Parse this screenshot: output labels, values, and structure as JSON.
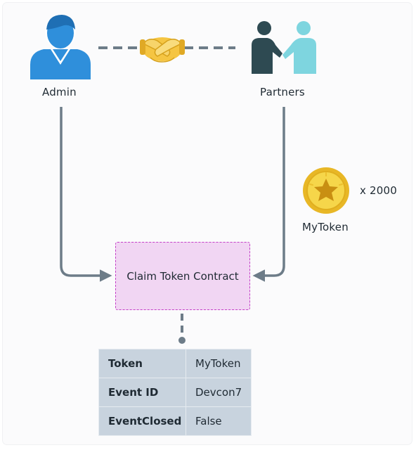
{
  "nodes": {
    "admin_label": "Admin",
    "partners_label": "Partners",
    "token_label": "MyToken",
    "token_amount": "x 2000",
    "contract_label": "Claim Token Contract"
  },
  "contract_state": [
    {
      "key": "Token",
      "value": "MyToken"
    },
    {
      "key": "Event ID",
      "value": "Devcon7"
    },
    {
      "key": "EventClosed",
      "value": "False"
    }
  ],
  "icons": {
    "admin": "person-icon",
    "partners": "handshaking-people-icon",
    "agreement": "handshake-emoji-icon",
    "token": "star-coin-icon"
  },
  "colors": {
    "admin_blue": "#2f8fdb",
    "partner_dark": "#2e4a52",
    "partner_light": "#7ed5df",
    "connector": "#6d7c88",
    "contract_fill": "#f1d6f3",
    "contract_border": "#c43fc8",
    "coin_gold": "#f0c630",
    "table_fill": "#c8d3de"
  }
}
